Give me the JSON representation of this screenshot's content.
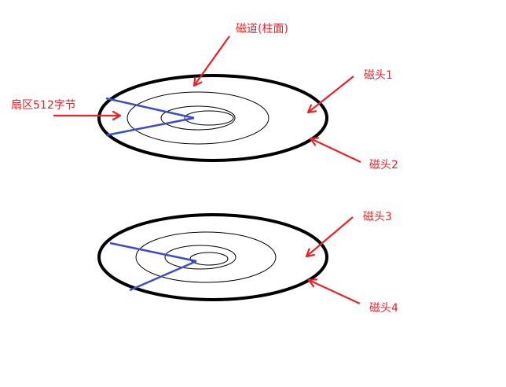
{
  "labels": {
    "track": "磁道(柱面)",
    "sector": "扇区512字节",
    "head1": "磁头1",
    "head2": "磁头2",
    "head3": "磁头3",
    "head4": "磁头4"
  },
  "colors": {
    "background": "#ffffff",
    "label_text": "#e8222a",
    "arrow": "#e8222a",
    "sector_line": "#3d4dc8",
    "platter_outline": "#000000"
  },
  "platter_count": 2,
  "tracks_per_platter": 3
}
